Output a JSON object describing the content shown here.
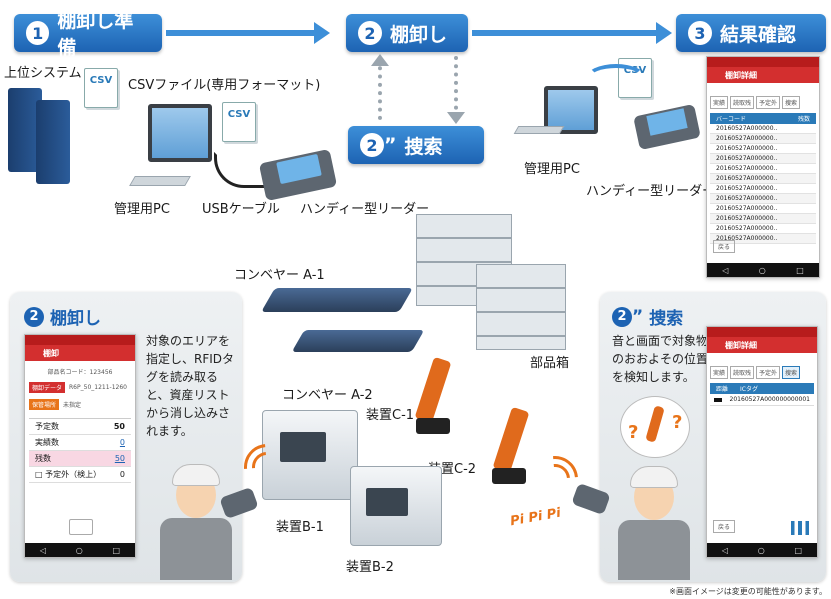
{
  "steps": {
    "step1": {
      "num": "1",
      "label": "棚卸し準備"
    },
    "step2": {
      "num": "2",
      "label": "棚卸し"
    },
    "step3": {
      "num": "3",
      "label": "結果確認"
    },
    "step2b": {
      "num": "2",
      "mark": "”",
      "label": "捜索"
    }
  },
  "top_labels": {
    "upper_system": "上位システム",
    "csv_file": "CSVファイル(専用フォーマット)",
    "csv": "CSV",
    "admin_pc": "管理用PC",
    "usb_cable": "USBケーブル",
    "handy_reader": "ハンディー型リーダー",
    "admin_pc_right": "管理用PC",
    "handy_reader_right": "ハンディー型リーダー"
  },
  "result_phone": {
    "title": "棚卸詳細",
    "tabs": [
      "実績",
      "読取残",
      "予定外",
      "捜索"
    ],
    "col_headers": [
      "バーコード",
      "残数"
    ],
    "rows": [
      "20160527A000000..",
      "20160527A000000..",
      "20160527A000000..",
      "20160527A000000..",
      "20160527A000000..",
      "20160527A000000..",
      "20160527A000000..",
      "20160527A000000..",
      "20160527A000000..",
      "20160527A000000..",
      "20160527A000000..",
      "20160527A000000.."
    ],
    "back": "戻る"
  },
  "factory": {
    "conveyor_a1": "コンベヤー A-1",
    "conveyor_a2": "コンベヤー A-2",
    "parts_box": "部品箱",
    "device_c1": "装置C-1",
    "device_c2": "装置C-2",
    "device_b1": "装置B-1",
    "device_b2": "装置B-2",
    "pi": "Pi Pi Pi"
  },
  "left_panel": {
    "num": "2",
    "title": "棚卸し",
    "text": "対象のエリアを指定し、RFIDタグを読み取ると、資産リストから消し込みされます。",
    "phone": {
      "title": "棚卸",
      "code": "部品名コード：123456",
      "field1_label": "棚卸データ",
      "field1_value": "R6P_50_1211-1260",
      "field2_label": "保管場所",
      "field2_value": "未指定",
      "rows": [
        {
          "label": "予定数",
          "value": "50"
        },
        {
          "label": "実績数",
          "value": "0"
        },
        {
          "label": "残数",
          "value": "50"
        },
        {
          "label": "□ 予定外（検上）",
          "value": "0"
        }
      ]
    }
  },
  "right_panel": {
    "num": "2",
    "mark": "”",
    "title": "捜索",
    "text": "音と画面で対象物のおおよその位置を検知します。",
    "phone": {
      "title": "棚卸詳細",
      "tabs": [
        "実績",
        "読取残",
        "予定外",
        "捜索"
      ],
      "col_headers": [
        "距離",
        "ICタグ"
      ],
      "row": "20160527A000000000001",
      "back": "戻る"
    }
  },
  "footnote": "※画面イメージは変更の可能性があります。",
  "colors": {
    "accent": "#1d63b3",
    "pill": "#3d8fd8",
    "red": "#d32f2f",
    "orange": "#e06a1c"
  }
}
